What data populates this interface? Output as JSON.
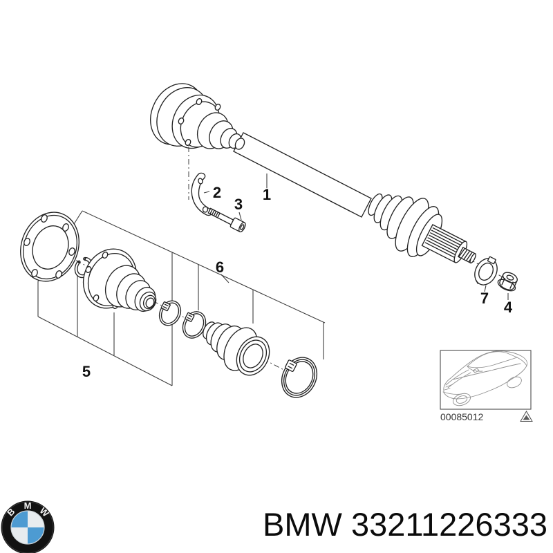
{
  "diagram": {
    "part_labels": [
      "1",
      "2",
      "3",
      "4",
      "5",
      "6",
      "7"
    ],
    "thumbnail": {
      "image_code": "00085012"
    }
  },
  "footer": {
    "caption": "BMW 33211226333",
    "logo_letters": "BMW"
  },
  "colors": {
    "roundel_blue": "#4d9bd2",
    "roundel_silver": "#e7ecef",
    "line_dark": "#232323"
  }
}
